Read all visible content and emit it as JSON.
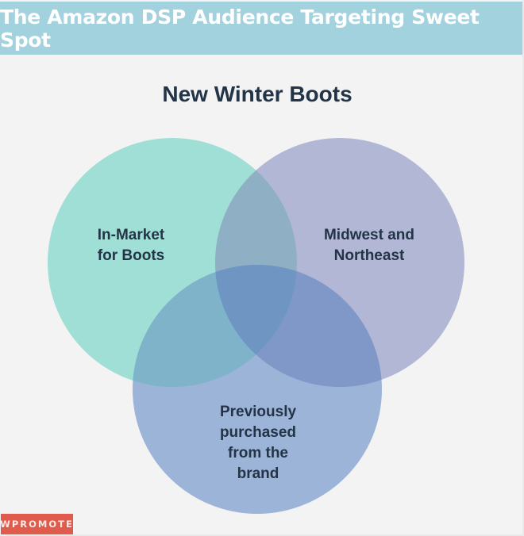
{
  "banner": {
    "title": "The Amazon DSP Audience Targeting Sweet Spot"
  },
  "diagram": {
    "title": "New Winter Boots",
    "sets": [
      {
        "id": "in_market",
        "label_lines": [
          "In-Market",
          "for Boots"
        ],
        "color": "#9fdfd5"
      },
      {
        "id": "region",
        "label_lines": [
          "Midwest and",
          "Northeast"
        ],
        "color": "#b2b7d5"
      },
      {
        "id": "previous",
        "label_lines": [
          "Previously",
          "purchased",
          "from the",
          "brand"
        ],
        "color": "#9cb4d8"
      }
    ],
    "overlap_colors": {
      "in_market_region": "#8fb0c4",
      "in_market_previous": "#7fb3c9",
      "region_previous": "#8098c8",
      "all_three": "#6f96c2"
    }
  },
  "brand": {
    "logo_text": "WPROMOTE",
    "color": "#e05b4c"
  },
  "background_color": "#f3f3f3",
  "banner_color": "#a2d2de"
}
